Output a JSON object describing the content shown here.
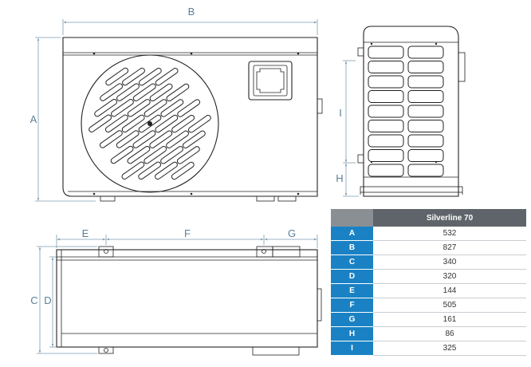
{
  "labels": {
    "front_width": "B",
    "front_height": "A",
    "side_height_body": "I",
    "side_height_base": "H",
    "top_offset_left": "E",
    "top_offset_mid": "F",
    "top_offset_right": "G",
    "top_depth_outer": "C",
    "top_depth_inner": "D"
  },
  "table": {
    "model": "Silverline 70",
    "rows": [
      {
        "label": "A",
        "value": "532"
      },
      {
        "label": "B",
        "value": "827"
      },
      {
        "label": "C",
        "value": "340"
      },
      {
        "label": "D",
        "value": "320"
      },
      {
        "label": "E",
        "value": "144"
      },
      {
        "label": "F",
        "value": "505"
      },
      {
        "label": "G",
        "value": "161"
      },
      {
        "label": "H",
        "value": "86"
      },
      {
        "label": "I",
        "value": "325"
      }
    ]
  },
  "colors": {
    "dimension": "#5b7f96",
    "table_header": "#5e6469",
    "table_label": "#1a82c4"
  }
}
